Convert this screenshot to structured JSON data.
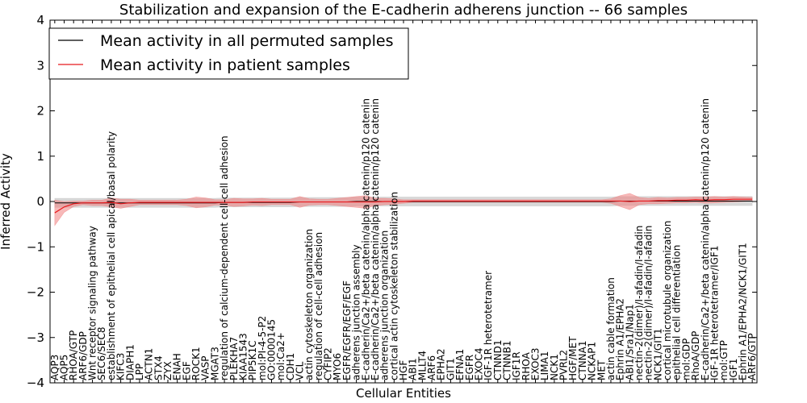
{
  "chart_data": {
    "type": "line",
    "title": "Stabilization and expansion of the E-cadherin adherens junction -- 66 samples",
    "xlabel": "Cellular Entities",
    "ylabel": "Inferred Activity",
    "ylim": [
      -4,
      4
    ],
    "yticks": [
      -4,
      -3,
      -2,
      -1,
      0,
      1,
      2,
      3,
      4
    ],
    "grid": false,
    "legend_position": "top-left",
    "colors": {
      "permuted": "#000000",
      "patient": "#e8191d",
      "patient_band": "#f08080",
      "permuted_band": "#c8c8c8"
    },
    "categories": [
      "AQP3",
      "AQP5",
      "RHOA/GTP",
      "ARF6/GDP",
      "Wnt receptor signaling pathway",
      "SEC6/SEC8",
      "establishment of epithelial cell apical/basal polarity",
      "KIFC3",
      "DIAPH1",
      "LPP",
      "ACTN1",
      "STX4",
      "ZYX",
      "ENAH",
      "EGF",
      "ROCK1",
      "VASP",
      "MGAT3",
      "regulation of calcium-dependent cell-cell adhesion",
      "PLEKHA7",
      "KIAA1543",
      "PIP5K1C",
      "mol:PI-4-5-P2",
      "GO:0000145",
      "mol:Ca2+",
      "CDH1",
      "VCL",
      "actin cytoskeleton organization",
      "regulation of cell-cell adhesion",
      "CYFIP2",
      "MYO6",
      "EGFR/EGFR/EGF/EGF",
      "adherens junction assembly",
      "E-cadherin/Ca2+/beta catenin/alpha catenin/p120 catenin",
      "E-cadherin/Ca2+/beta catenin/alpha catenin/p120 catenin",
      "adherens junction organization",
      "cortical actin cytoskeleton stabilization",
      "HGF",
      "ABI1",
      "MLLT4",
      "ARF6",
      "EPHA2",
      "GIT1",
      "EFNA1",
      "EGFR",
      "EXOC4",
      "IGF-1R heterotetramer",
      "CTNND1",
      "CTNNB1",
      "IGF1R",
      "RHOA",
      "EXOC3",
      "LIMA1",
      "NCK1",
      "PVRL2",
      "HGF/MET",
      "CTNNA1",
      "NCKAP1",
      "MET",
      "actin cable formation",
      "Ephrin A1/EPHA2",
      "ABI1/Sra1/Nap1",
      "nectin-2(dimer)/I-afadin/I-afadin",
      "nectin-2(dimer)/I-afadin/I-afadin",
      "NCK1/GIT1",
      "cortical microtubule organization",
      "epithelial cell differentiation",
      "mol:GDP",
      "RhoA/GDP",
      "E-cadherin/Ca2+/beta catenin/alpha catenin/p120 catenin",
      "IGF-1R heterotetramer/IGF1",
      "mol:GTP",
      "IGF1",
      "Ephrin A1/EPHA2/NCK1/GIT1",
      "ARF6/GTP"
    ],
    "series": [
      {
        "name": "Mean activity in all permuted samples",
        "values": [
          -0.03,
          -0.03,
          -0.03,
          -0.03,
          -0.03,
          -0.03,
          -0.03,
          -0.03,
          -0.03,
          -0.03,
          -0.03,
          -0.03,
          -0.03,
          -0.03,
          -0.03,
          -0.03,
          -0.03,
          -0.03,
          -0.02,
          -0.02,
          -0.02,
          -0.02,
          -0.02,
          -0.02,
          -0.02,
          -0.02,
          -0.01,
          -0.01,
          -0.01,
          -0.01,
          -0.01,
          -0.01,
          0.0,
          0.0,
          0.0,
          0.0,
          0.0,
          0.0,
          0.0,
          0.0,
          0.0,
          0.0,
          0.0,
          0.0,
          0.0,
          0.0,
          0.0,
          0.0,
          0.0,
          0.0,
          0.0,
          0.0,
          0.0,
          0.0,
          0.0,
          0.0,
          0.0,
          0.0,
          0.0,
          0.0,
          0.01,
          0.01,
          0.01,
          0.01,
          0.01,
          0.01,
          0.01,
          0.01,
          0.01,
          0.01,
          0.01,
          0.01,
          0.01,
          0.01,
          0.01
        ],
        "spread": [
          0.1,
          0.1,
          0.1,
          0.1,
          0.1,
          0.1,
          0.1,
          0.1,
          0.1,
          0.1,
          0.1,
          0.1,
          0.1,
          0.1,
          0.1,
          0.1,
          0.1,
          0.1,
          0.1,
          0.1,
          0.1,
          0.1,
          0.1,
          0.1,
          0.1,
          0.1,
          0.1,
          0.1,
          0.1,
          0.1,
          0.1,
          0.1,
          0.1,
          0.1,
          0.1,
          0.1,
          0.1,
          0.1,
          0.1,
          0.1,
          0.1,
          0.1,
          0.1,
          0.1,
          0.1,
          0.1,
          0.1,
          0.1,
          0.1,
          0.1,
          0.1,
          0.1,
          0.1,
          0.1,
          0.1,
          0.1,
          0.1,
          0.1,
          0.1,
          0.1,
          0.1,
          0.1,
          0.1,
          0.1,
          0.1,
          0.1,
          0.1,
          0.1,
          0.1,
          0.1,
          0.1,
          0.1,
          0.1,
          0.1,
          0.1
        ]
      },
      {
        "name": "Mean activity in patient samples",
        "values": [
          -0.25,
          -0.12,
          -0.05,
          -0.03,
          -0.03,
          -0.03,
          -0.02,
          -0.05,
          -0.03,
          -0.02,
          -0.02,
          -0.02,
          -0.02,
          -0.02,
          -0.02,
          -0.02,
          -0.02,
          -0.02,
          -0.02,
          -0.02,
          -0.02,
          -0.01,
          -0.01,
          -0.01,
          -0.01,
          -0.01,
          -0.01,
          -0.01,
          -0.01,
          -0.01,
          -0.01,
          -0.01,
          -0.01,
          -0.01,
          -0.01,
          0.0,
          0.0,
          0.0,
          0.01,
          0.01,
          0.01,
          0.01,
          0.01,
          0.01,
          0.01,
          0.01,
          0.01,
          0.01,
          0.01,
          0.01,
          0.01,
          0.01,
          0.01,
          0.01,
          0.01,
          0.01,
          0.01,
          0.01,
          0.01,
          0.01,
          0.01,
          0.0,
          0.01,
          0.01,
          0.02,
          0.02,
          0.03,
          0.03,
          0.04,
          0.03,
          0.04,
          0.04,
          0.05,
          0.05,
          0.05
        ],
        "spread": [
          0.28,
          0.12,
          0.06,
          0.04,
          0.06,
          0.06,
          0.1,
          0.1,
          0.08,
          0.05,
          0.05,
          0.05,
          0.05,
          0.05,
          0.07,
          0.12,
          0.1,
          0.06,
          0.06,
          0.09,
          0.08,
          0.07,
          0.08,
          0.06,
          0.06,
          0.06,
          0.12,
          0.07,
          0.06,
          0.06,
          0.08,
          0.1,
          0.12,
          0.14,
          0.08,
          0.07,
          0.06,
          0.04,
          0.03,
          0.03,
          0.03,
          0.03,
          0.03,
          0.03,
          0.03,
          0.03,
          0.03,
          0.03,
          0.03,
          0.03,
          0.03,
          0.03,
          0.03,
          0.03,
          0.03,
          0.03,
          0.03,
          0.03,
          0.03,
          0.05,
          0.12,
          0.18,
          0.08,
          0.06,
          0.07,
          0.06,
          0.06,
          0.06,
          0.06,
          0.07,
          0.07,
          0.06,
          0.06,
          0.05,
          0.04
        ]
      }
    ]
  }
}
